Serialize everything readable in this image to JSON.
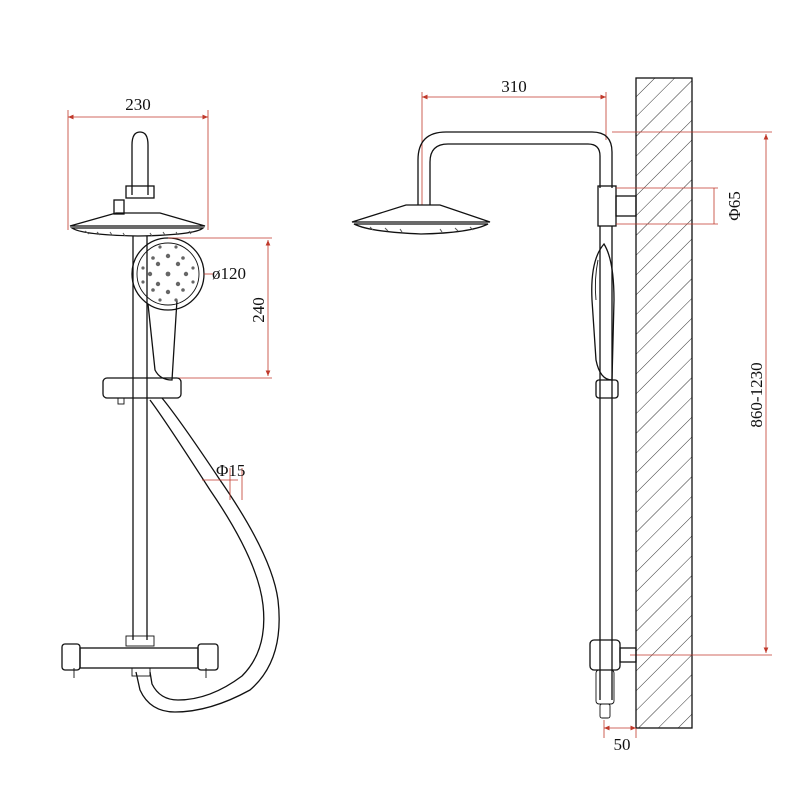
{
  "drawing": {
    "front": {
      "head_width": "230",
      "hand_diameter": "ø120",
      "hand_height": "240",
      "hose_diameter": "Φ15"
    },
    "side": {
      "arm_length": "310",
      "arm_tube_diameter": "Φ65",
      "height_range": "860-1230",
      "wall_offset": "50"
    },
    "colors": {
      "outline": "#111111",
      "dimension_lines": "#c0392b",
      "wall_hatch": "#333333"
    }
  }
}
